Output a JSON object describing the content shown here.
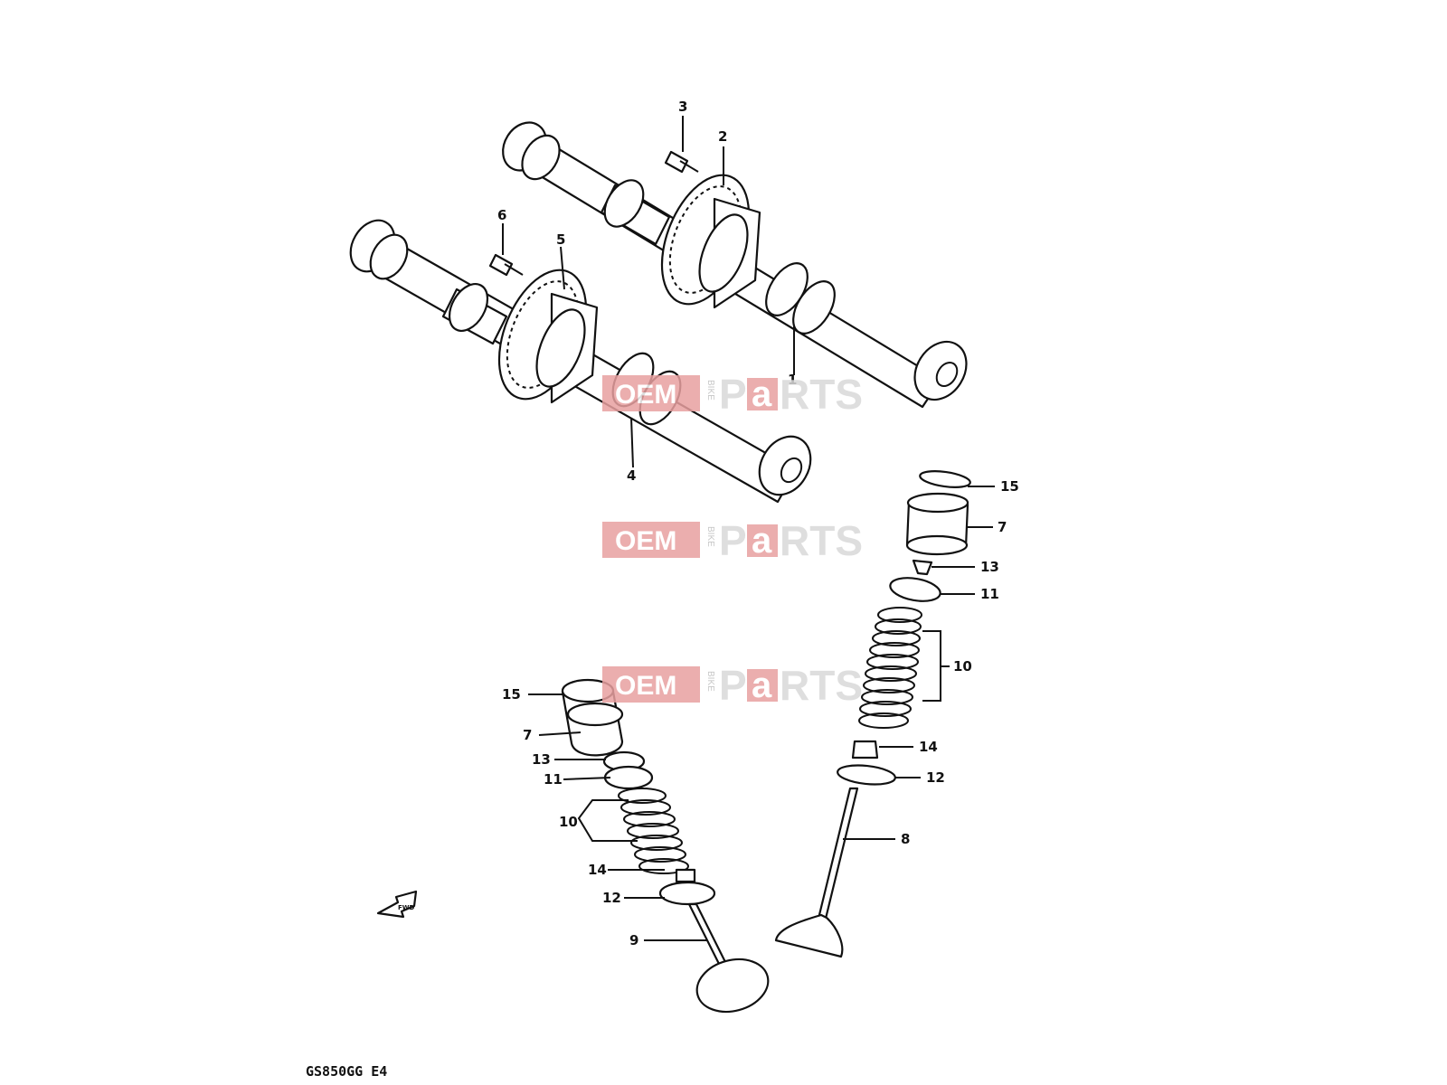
{
  "diagram": {
    "caption": "GS850GG E4",
    "callouts": [
      {
        "id": "c1",
        "label": "1"
      },
      {
        "id": "c2",
        "label": "2"
      },
      {
        "id": "c3",
        "label": "3"
      },
      {
        "id": "c4",
        "label": "4"
      },
      {
        "id": "c5",
        "label": "5"
      },
      {
        "id": "c6",
        "label": "6"
      },
      {
        "id": "c15a",
        "label": "15"
      },
      {
        "id": "c7a",
        "label": "7"
      },
      {
        "id": "c13a",
        "label": "13"
      },
      {
        "id": "c11a",
        "label": "11"
      },
      {
        "id": "c10a",
        "label": "10"
      },
      {
        "id": "c14a",
        "label": "14"
      },
      {
        "id": "c12a",
        "label": "12"
      },
      {
        "id": "c8",
        "label": "8"
      },
      {
        "id": "c15b",
        "label": "15"
      },
      {
        "id": "c7b",
        "label": "7"
      },
      {
        "id": "c13b",
        "label": "13"
      },
      {
        "id": "c11b",
        "label": "11"
      },
      {
        "id": "c10b",
        "label": "10"
      },
      {
        "id": "c14b",
        "label": "14"
      },
      {
        "id": "c12b",
        "label": "12"
      },
      {
        "id": "c9",
        "label": "9"
      }
    ],
    "front_arrow_label": "FWD"
  },
  "watermark": {
    "oem": "OEM",
    "bike": "BIKE",
    "p": "P",
    "a": "a",
    "rts": "RTS"
  },
  "colors": {
    "line": "#111111",
    "watermark_red": "#e8a0a0",
    "watermark_grey": "#d9d9d9"
  }
}
